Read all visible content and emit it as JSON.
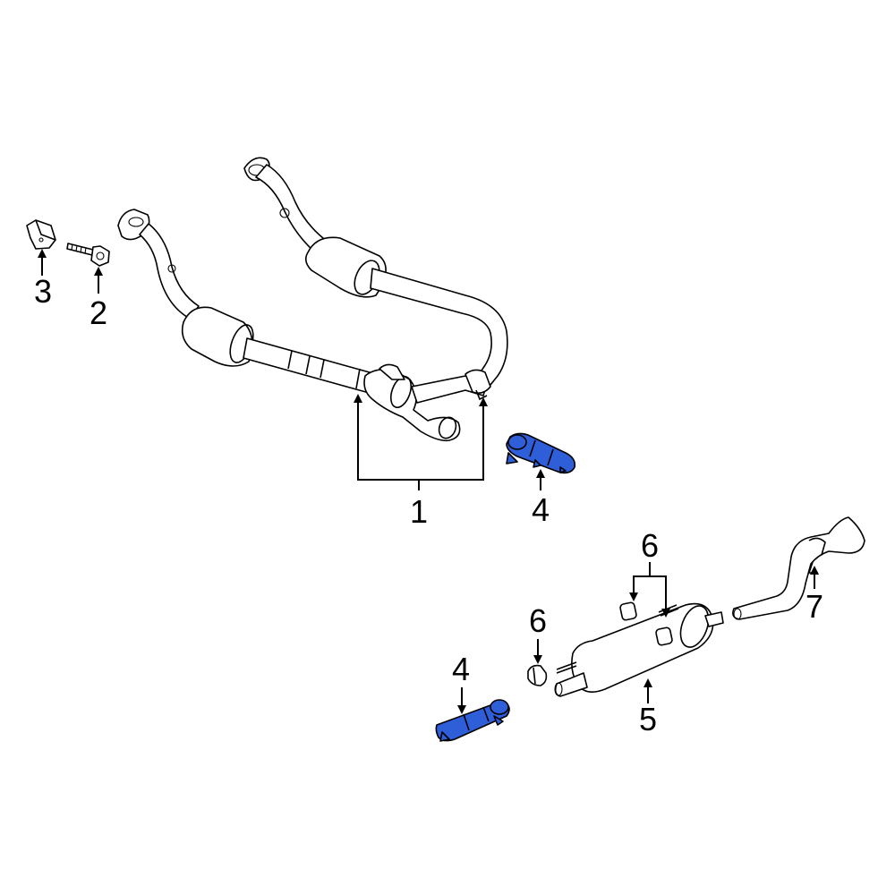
{
  "diagram": {
    "highlight_color": "#2f5ed9",
    "line_color": "#000000",
    "background_color": "#ffffff"
  },
  "callouts": {
    "c1": "1",
    "c2": "2",
    "c3": "3",
    "c4a": "4",
    "c4b": "4",
    "c5": "5",
    "c6a": "6",
    "c6b": "6",
    "c7": "7"
  }
}
